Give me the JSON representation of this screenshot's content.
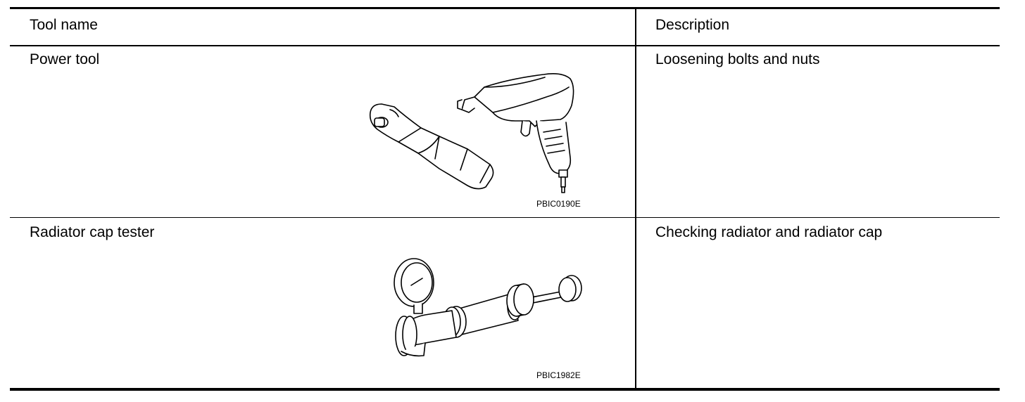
{
  "table": {
    "headers": {
      "tool": "Tool name",
      "description": "Description"
    },
    "rows": [
      {
        "tool": "Power tool",
        "description": "Loosening bolts and nuts",
        "figure_code": "PBIC0190E",
        "figure_icon": "power-tool-illustration"
      },
      {
        "tool": "Radiator cap tester",
        "description": "Checking radiator and radiator cap",
        "figure_code": "PBIC1982E",
        "figure_icon": "radiator-cap-tester-illustration"
      }
    ]
  }
}
